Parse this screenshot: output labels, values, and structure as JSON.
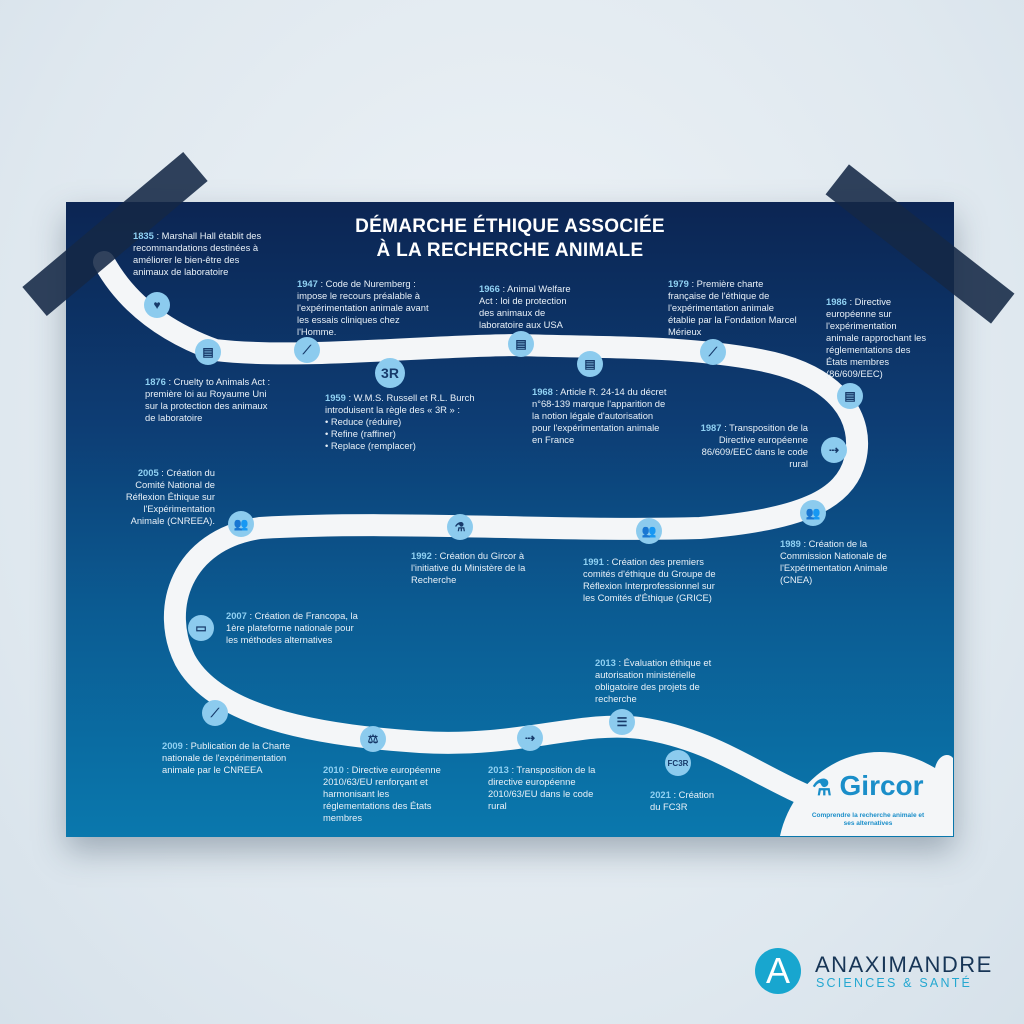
{
  "poster": {
    "title_line1": "DÉMARCHE ÉTHIQUE ASSOCIÉE",
    "title_line2": "À LA RECHERCHE ANIMALE",
    "events": [
      {
        "year": "1835",
        "text": " : Marshall Hall établit des recommandations destinées à améliorer le bien-être des animaux de laboratoire",
        "icon": "heart-icon"
      },
      {
        "year": "1876",
        "text": " : Cruelty to Animals Act : première loi au Royaume Uni sur la protection des animaux de laboratoire",
        "icon": "document-icon"
      },
      {
        "year": "1947",
        "text": " : Code de Nuremberg : impose le recours préalable à l'expérimentation animale avant les essais cliniques chez l'Homme.",
        "icon": "syringe-icon"
      },
      {
        "year": "1959",
        "text": " : W.M.S. Russell et R.L. Burch introduisent la règle des « 3R » :",
        "bullets": [
          "• Reduce (réduire)",
          "• Refine (raffiner)",
          "• Replace (remplacer)"
        ],
        "icon": "3r-badge",
        "badge": "3R"
      },
      {
        "year": "1966",
        "text": " : Animal Welfare Act : loi de protection des animaux de laboratoire aux USA",
        "icon": "document-icon"
      },
      {
        "year": "1968",
        "text": " : Article R. 24-14 du décret n°68-139 marque l'apparition de la notion légale d'autorisation pour l'expérimentation animale en France",
        "icon": "document-icon"
      },
      {
        "year": "1979",
        "text": " : Première charte française de l'éthique de l'expérimentation animale établie par la Fondation Marcel Mérieux",
        "icon": "scroll-icon"
      },
      {
        "year": "1986",
        "text": " : Directive européenne sur l'expérimentation animale rapprochant les réglementations des États membres (86/609/EEC)",
        "icon": "document-icon"
      },
      {
        "year": "1987",
        "text": " : Transposition de la Directive européenne 86/609/EEC dans le code rural",
        "icon": "transposition-icon"
      },
      {
        "year": "1989",
        "text": " : Création de la Commission Nationale de l'Expérimentation Animale (CNEA)",
        "icon": "group-icon"
      },
      {
        "year": "1991",
        "text": " : Création des premiers comités d'éthique du Groupe de Réflexion Interprofessionnel sur les Comités d'Éthique (GRICE)",
        "icon": "group-icon"
      },
      {
        "year": "1992",
        "text": " : Création du Gircor à l'initiative du Ministère de la Recherche",
        "icon": "microscope-icon"
      },
      {
        "year": "2005",
        "text": " : Création du Comité National de Réflexion Éthique sur l'Expérimentation Animale (CNREEA).",
        "icon": "group-icon"
      },
      {
        "year": "2007",
        "text": " : Création de Francopa, la 1ère plateforme nationale pour les méthodes alternatives",
        "icon": "computer-icon"
      },
      {
        "year": "2009",
        "text": " : Publication de la Charte nationale de l'expérimentation animale par le CNREEA",
        "icon": "scroll-icon"
      },
      {
        "year": "2010",
        "text": " : Directive européenne 2010/63/EU renforçant et harmonisant les réglementations des États membres",
        "icon": "scales-icon"
      },
      {
        "year": "2013",
        "text": " : Transposition de la directive européenne 2010/63/EU dans le code rural",
        "icon": "transposition-icon"
      },
      {
        "year": "2013",
        "text": " : Évaluation éthique et autorisation ministérielle obligatoire des projets de recherche",
        "icon": "clipboard-icon"
      },
      {
        "year": "2021",
        "text": " : Création du FC3R",
        "icon": "fc3r-logo",
        "badge": "FC3R"
      }
    ],
    "gircor": {
      "name": "Gircor",
      "tagline": "Comprendre la recherche animale et ses alternatives"
    }
  },
  "brand": {
    "name": "ANAXIMANDRE",
    "subtitle": "SCIENCES & SANTÉ",
    "logo_letter": "A"
  },
  "colors": {
    "poster_top": "#0c2553",
    "poster_bottom": "#0a78ad",
    "year": "#8fd0f2",
    "node": "#8ccbee",
    "anax_blue": "#18a6cf"
  }
}
